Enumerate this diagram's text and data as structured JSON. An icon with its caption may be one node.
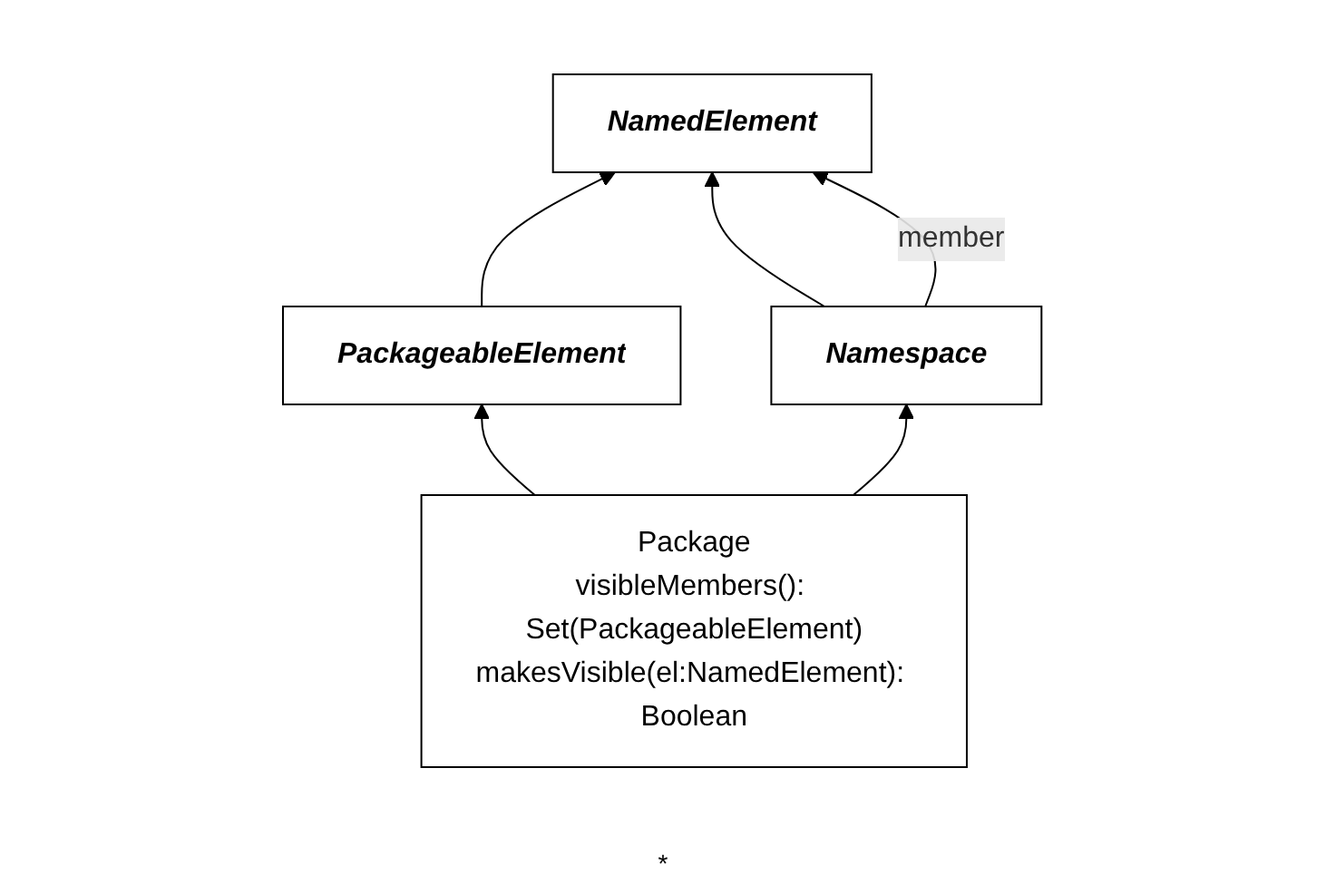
{
  "diagram": {
    "nodes": [
      {
        "text": [
          "NamedElement"
        ]
      },
      {
        "text": [
          "PackageableElement"
        ]
      },
      {
        "text": [
          "Namespace"
        ]
      },
      {
        "text": [
          "Package",
          "visibleMembers(): Set(PackageableElement)",
          "makesVisible(el:NamedElement): Boolean"
        ]
      }
    ],
    "edges": [
      {
        "from": 1,
        "to": 0,
        "arrow": "to"
      },
      {
        "from": 2,
        "to": 0,
        "arrow": "to"
      },
      {
        "from": 3,
        "to": 1,
        "arrow": "to"
      },
      {
        "from": 3,
        "to": 2,
        "arrow": "to"
      },
      {
        "from": 2,
        "to": 0,
        "arrow": "to",
        "label": "member"
      }
    ],
    "labels": [
      "*"
    ]
  }
}
